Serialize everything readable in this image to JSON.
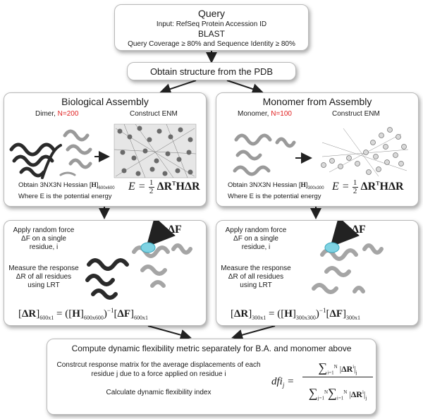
{
  "query": {
    "title": "Query",
    "input": "Input: RefSeq Protein Accession ID",
    "blast": "BLAST",
    "criteria": "Query Coverage ≥ 80% and Sequence Identity ≥ 80%"
  },
  "pdb": {
    "label": "Obtain structure from the PDB"
  },
  "bio": {
    "title": "Biological Assembly",
    "dimer_label": "Dimer, ",
    "n_label": "N=200",
    "enm_label": "Construct ENM",
    "hessian_text": "Obtain 3NX3N Hessian [",
    "hessian_sub": "600x600",
    "energy_text": "Where E is the potential energy",
    "force_text": "Apply random force ΔF on a single residue, i",
    "response_text": "Measure the response ΔR of all residues using LRT",
    "delta_f": "ΔF",
    "sub_n": "600x1",
    "sub_h": "600x600"
  },
  "mono": {
    "title": "Monomer from Assembly",
    "mono_label": "Monomer, ",
    "n_label": "N=100",
    "enm_label": "Construct ENM",
    "hessian_text": "Obtain 3NX3N Hessian [",
    "hessian_sub": "300x300",
    "energy_text": "Where E is the potential energy",
    "force_text": "Apply random force ΔF on a single residue, i",
    "response_text": "Measure the response ΔR of all residues using LRT",
    "delta_f": "ΔF",
    "sub_n": "300x1",
    "sub_h": "300x300"
  },
  "dfi": {
    "title": "Compute dynamic flexibility metric separately for B.A. and monomer above",
    "line1": "Constrcut response matrix for the average displacements of each residue j due to a force applied on residue i",
    "line2": "Calculate dynamic flexibility index"
  }
}
